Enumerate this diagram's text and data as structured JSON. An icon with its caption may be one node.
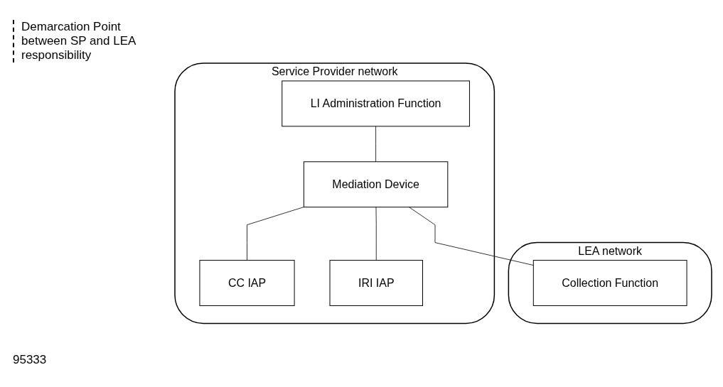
{
  "diagram": {
    "nodes": [
      {
        "text": [
          "Service Provider network"
        ]
      },
      {
        "text": [
          "LI Administration Function"
        ],
        "in": 0
      },
      {
        "text": [
          "Mediation Device"
        ],
        "in": 0
      },
      {
        "text": [
          "CC IAP"
        ],
        "in": 0
      },
      {
        "text": [
          "IRI IAP"
        ],
        "in": 0
      },
      {
        "text": [
          "LEA network"
        ]
      },
      {
        "text": [
          "Collection Function"
        ],
        "in": 5
      }
    ],
    "edges": [
      {
        "from": 1,
        "to": 2,
        "arrow": "none"
      },
      {
        "from": 2,
        "to": 3,
        "arrow": "none"
      },
      {
        "from": 2,
        "to": 4,
        "arrow": "none"
      },
      {
        "from": 2,
        "to": 6,
        "arrow": "none"
      }
    ],
    "labels": [
      "Demarcation Point between SP and LEA responsibility",
      "95333"
    ]
  }
}
